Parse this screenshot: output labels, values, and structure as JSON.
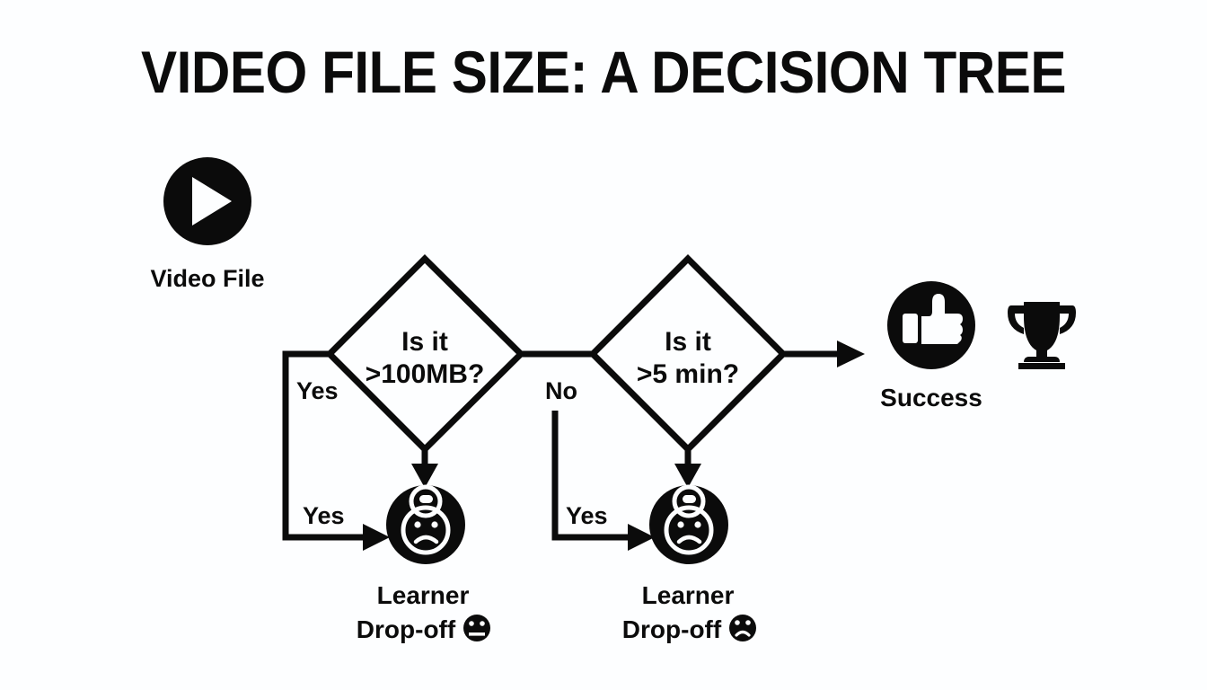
{
  "page": {
    "title": "VIDEO FILE SIZE: A DECISION TREE",
    "background_color": "#fdfeff",
    "ink_color": "#0b0b0b"
  },
  "nodes": {
    "start": {
      "icon": "play-circle-icon",
      "label": "Video File"
    },
    "decision_size": {
      "icon": "diamond-shape",
      "line1": "Is it",
      "line2": ">100MB?"
    },
    "decision_length": {
      "icon": "diamond-shape",
      "line1": "Is it",
      "line2": ">5 min?"
    },
    "dropoff_left": {
      "icon": "sad-person-circle-icon",
      "label_line1": "Learner",
      "label_line2": "Drop-off",
      "emoji": "neutral-face-icon"
    },
    "dropoff_right": {
      "icon": "sad-person-circle-icon",
      "label_line1": "Learner",
      "label_line2": "Drop-off",
      "emoji": "frowning-face-icon"
    },
    "success": {
      "icon": "thumbs-up-circle-icon",
      "label": "Success",
      "trophy": "trophy-icon"
    }
  },
  "edges": {
    "size_yes_left": "Yes",
    "size_yes_bottom": "Yes",
    "size_no": "No",
    "length_yes": "Yes"
  }
}
